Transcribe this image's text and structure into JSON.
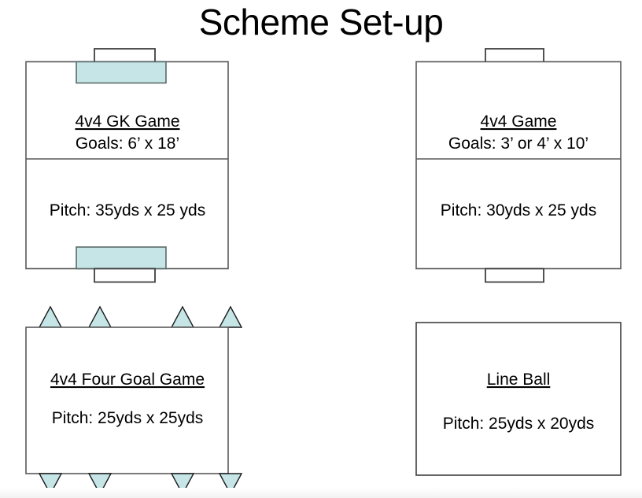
{
  "page": {
    "title": "Scheme Set-up",
    "background_color": "#ffffff",
    "text_color": "#000000",
    "accent_fill": "#c5e5e7",
    "line_color": "#595959"
  },
  "diagrams": [
    {
      "id": "4v4-gk-game",
      "name": "4v4 GK Game",
      "title": "4v4 GK Game",
      "subtitle": "Goals: 6’ x 18’",
      "pitch": "Pitch: 35yds x 25 yds",
      "has_midline": true,
      "has_goals": true,
      "has_penalty_boxes": true,
      "has_cones": false
    },
    {
      "id": "4v4-game",
      "name": "4v4 Game",
      "title": "4v4 Game",
      "subtitle": "Goals: 3’ or 4’ x 10’",
      "pitch": "Pitch: 30yds x 25 yds",
      "has_midline": true,
      "has_goals": true,
      "has_penalty_boxes": false,
      "has_cones": false
    },
    {
      "id": "4v4-four-goal-game",
      "name": "4v4 Four Goal Game",
      "title": "4v4 Four Goal Game",
      "subtitle": "",
      "pitch": "Pitch: 25yds x 25yds",
      "has_midline": false,
      "has_goals": false,
      "has_penalty_boxes": false,
      "has_cones": true,
      "cone_count_top": 4,
      "cone_count_bottom": 4
    },
    {
      "id": "line-ball",
      "name": "Line Ball",
      "title": "Line Ball",
      "subtitle": "",
      "pitch": "Pitch: 25yds x 20yds",
      "has_midline": false,
      "has_goals": false,
      "has_penalty_boxes": false,
      "has_cones": false
    }
  ]
}
